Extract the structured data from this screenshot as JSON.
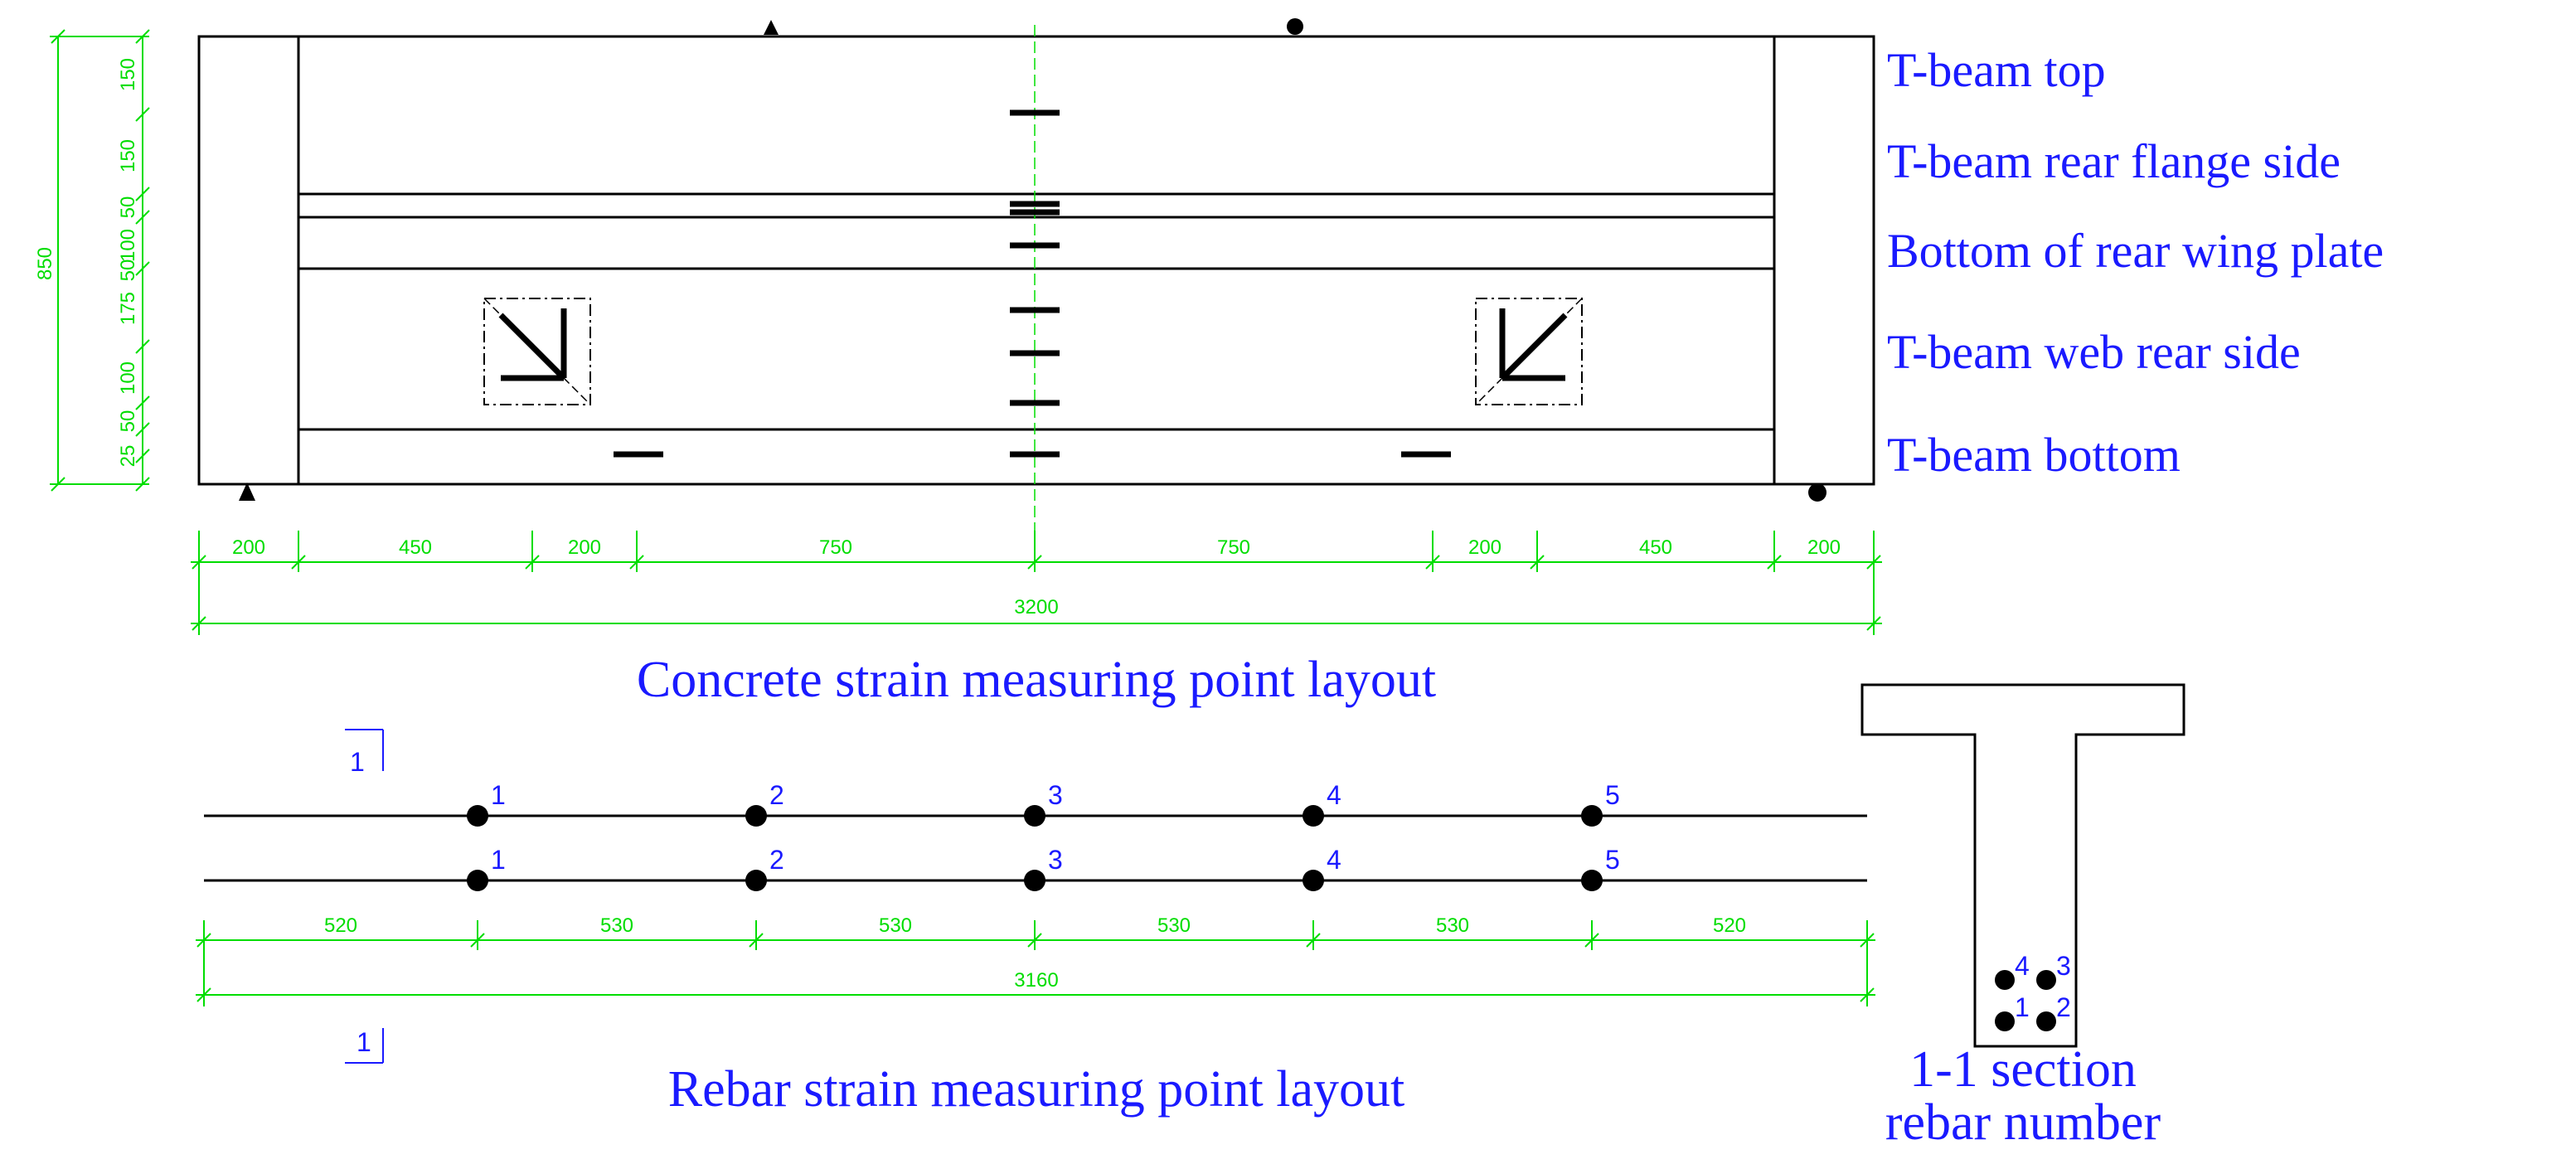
{
  "concrete": {
    "caption": "Concrete strain measuring point layout",
    "labels": [
      "T-beam top",
      "T-beam rear flange side",
      "Bottom of rear wing plate",
      "T-beam web rear side",
      "T-beam bottom"
    ],
    "height_total": "850",
    "vertical_dims": [
      "150",
      "150",
      "50",
      "100",
      "50",
      "175",
      "100",
      "50",
      "25"
    ],
    "horizontal_dims": [
      "200",
      "450",
      "200",
      "750",
      "750",
      "200",
      "450",
      "200"
    ],
    "span_total": "3200"
  },
  "rebar": {
    "caption": "Rebar strain measuring point layout",
    "section_mark": "1",
    "point_numbers": [
      "1",
      "2",
      "3",
      "4",
      "5"
    ],
    "dims": [
      "520",
      "530",
      "530",
      "530",
      "530",
      "520"
    ],
    "total": "3160"
  },
  "section": {
    "caption_line1": "1-1 section",
    "caption_line2": "rebar number",
    "bar_numbers": [
      "4",
      "3",
      "1",
      "2"
    ]
  },
  "colors": {
    "line": "#000000",
    "dimension": "#00dd00",
    "text": "#1a1aff"
  }
}
